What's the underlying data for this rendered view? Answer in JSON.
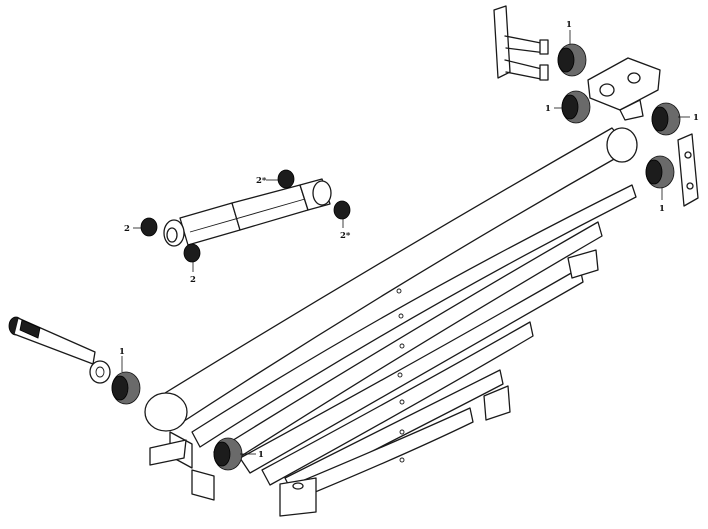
{
  "callouts": [
    {
      "id": "c1",
      "text": "1"
    },
    {
      "id": "c2",
      "text": "1"
    },
    {
      "id": "c3",
      "text": "1"
    },
    {
      "id": "c4",
      "text": "1"
    },
    {
      "id": "c5",
      "text": "1"
    },
    {
      "id": "c6",
      "text": "1"
    },
    {
      "id": "c7",
      "text": "2*"
    },
    {
      "id": "c8",
      "text": "2"
    },
    {
      "id": "c9",
      "text": "2*"
    },
    {
      "id": "c10",
      "text": "2"
    }
  ]
}
